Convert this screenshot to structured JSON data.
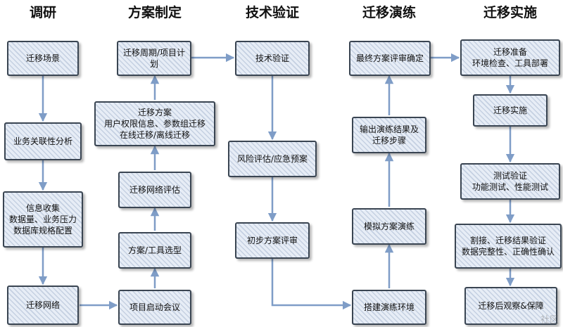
{
  "titles": {
    "research": "调研",
    "plan": "方案制定",
    "verify": "技术验证",
    "rehearsal": "迁移演练",
    "implement": "迁移实施"
  },
  "research": {
    "scenario": "迁移场景",
    "business": "业务关联性分析",
    "info_1": "信息收集",
    "info_2": "数据量、业务压力",
    "info_3": "数据库规格配置",
    "network": "迁移网络"
  },
  "plan": {
    "kickoff": "项目启动会议",
    "tool_select": "方案/工具选型",
    "net_eval": "迁移网络评估",
    "scheme_1": "迁移方案",
    "scheme_2": "用户权限信息、参数组迁移",
    "scheme_3": "在线迁移/离线迁移",
    "cycle_1": "迁移周期/项目计",
    "cycle_2": "划"
  },
  "verify": {
    "tech": "技术验证",
    "risk": "风险评估/应急预案",
    "review": "初步方案评审"
  },
  "rehearsal": {
    "build_env": "搭建演练环境",
    "simulate": "模拟方案演练",
    "output_1": "输出演练结果及",
    "output_2": "迁移步骤",
    "final": "最终方案评审确定"
  },
  "implement": {
    "prep_1": "迁移准备",
    "prep_2": "环境检查、工具部署",
    "exec": "迁移实施",
    "test_1": "测试验证",
    "test_2": "功能测试、性能测试",
    "cutover_1": "割接、迁移结果验证",
    "cutover_2": "数据完整性、正确性确认",
    "observe": "迁移后观察&保障"
  },
  "watermark": "社区",
  "colors": {
    "arrow": "#7f9dc7",
    "border": "#3a4552"
  }
}
